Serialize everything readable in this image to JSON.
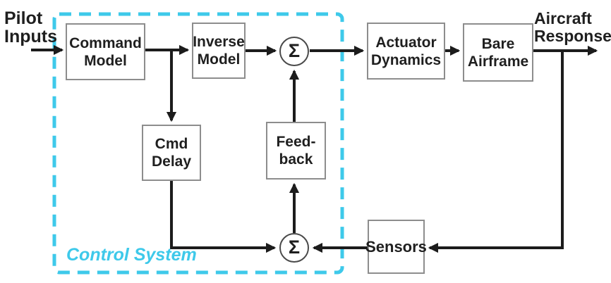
{
  "labels": {
    "pilot_inputs": "Pilot\nInputs",
    "aircraft_response": "Aircraft\nResponse",
    "control_system": "Control System"
  },
  "nodes": {
    "command_model": "Command\nModel",
    "inverse_model": "Inverse\nModel",
    "actuator_dynamics": "Actuator\nDynamics",
    "bare_airframe": "Bare\nAirframe",
    "cmd_delay": "Cmd\nDelay",
    "feedback": "Feed-\nback",
    "sensors": "Sensors",
    "sum_top": "Σ",
    "sum_bottom": "Σ"
  },
  "colors": {
    "accent_cyan": "#3ec9ea",
    "wire_black": "#1c1c1c",
    "box_border_gray": "#8d8d8d"
  }
}
